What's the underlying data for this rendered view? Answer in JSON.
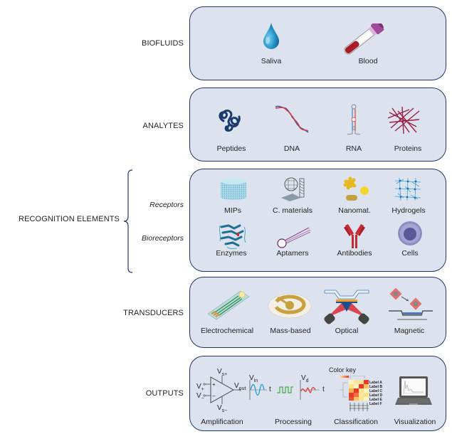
{
  "rows": {
    "biofluids": {
      "label": "BIOFLUIDS",
      "items": [
        {
          "label": "Saliva",
          "icon": "droplet-icon"
        },
        {
          "label": "Blood",
          "icon": "blood-tube-icon"
        }
      ]
    },
    "analytes": {
      "label": "ANALYTES",
      "items": [
        {
          "label": "Peptides",
          "icon": "peptide-icon"
        },
        {
          "label": "DNA",
          "icon": "dna-icon"
        },
        {
          "label": "RNA",
          "icon": "rna-hairpin-icon"
        },
        {
          "label": "Proteins",
          "icon": "protein-icon"
        }
      ]
    },
    "recognition": {
      "label": "RECOGNITION ELEMENTS",
      "receptors_label": "Receptors",
      "bioreceptors_label": "Bioreceptors",
      "receptors": [
        {
          "label": "MIPs",
          "icon": "mip-cylinder-icon"
        },
        {
          "label": "C. materials",
          "icon": "carbon-materials-icon"
        },
        {
          "label": "Nanomat.",
          "icon": "nanomaterials-icon"
        },
        {
          "label": "Hydrogels",
          "icon": "hydrogel-network-icon"
        }
      ],
      "bioreceptors": [
        {
          "label": "Enzymes",
          "icon": "enzyme-icon"
        },
        {
          "label": "Aptamers",
          "icon": "aptamer-icon"
        },
        {
          "label": "Antibodies",
          "icon": "antibody-icon"
        },
        {
          "label": "Cells",
          "icon": "cell-icon"
        }
      ]
    },
    "transducers": {
      "label": "TRANSDUCERS",
      "items": [
        {
          "label": "Electrochemical",
          "icon": "electrode-strip-icon"
        },
        {
          "label": "Mass-based",
          "icon": "quartz-crystal-icon"
        },
        {
          "label": "Optical",
          "icon": "optical-sensor-icon"
        },
        {
          "label": "Magnetic",
          "icon": "magnetic-sensor-icon"
        }
      ]
    },
    "outputs": {
      "label": "OUTPUTS",
      "items": [
        {
          "label": "Amplification",
          "icon": "op-amp-icon"
        },
        {
          "label": "Processing",
          "icon": "signal-processing-icon"
        },
        {
          "label": "Classification",
          "icon": "heatmap-icon"
        },
        {
          "label": "Visualization",
          "icon": "laptop-icon"
        }
      ],
      "amp_labels": {
        "v_plus": "V",
        "v_plus_sub": "+",
        "v_minus": "V",
        "v_minus_sub": "−",
        "vs_plus": "V",
        "vs_plus_sub": "s+",
        "vs_minus": "V",
        "vs_minus_sub": "s−",
        "vout": "V",
        "vout_sub": "out"
      },
      "proc_labels": {
        "vin": "V",
        "vin_sub": "in",
        "vd": "V",
        "vd_sub": "d",
        "t": "t"
      },
      "color_key_label": "Color key",
      "heatmap_labels": [
        "Label A",
        "Label B",
        "Label C",
        "Label D",
        "Label E",
        "Label F"
      ]
    }
  },
  "colors": {
    "panel_fill": "#dde3ee",
    "panel_border": "#22356a",
    "bracket": "#22356a"
  }
}
